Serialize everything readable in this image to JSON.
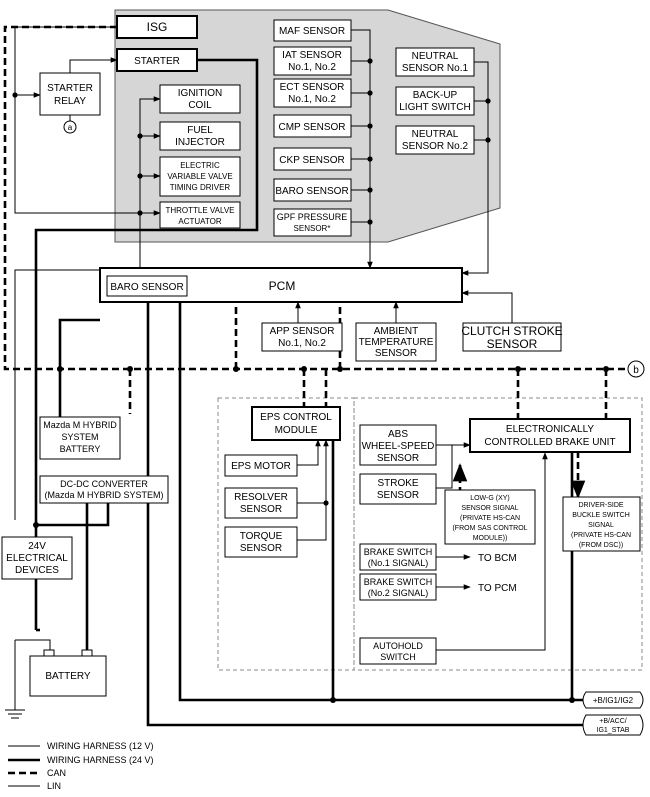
{
  "labels": {
    "isg": "ISG",
    "starter": "STARTER",
    "starter_relay": [
      "STARTER",
      "RELAY"
    ],
    "ref_a": "a",
    "ref_b": "b",
    "ignition_coil": [
      "IGNITION",
      "COIL"
    ],
    "fuel_injector": [
      "FUEL",
      "INJECTOR"
    ],
    "evvt": [
      "ELECTRIC",
      "VARIABLE VALVE",
      "TIMING DRIVER"
    ],
    "throttle": [
      "THROTTLE VALVE",
      "ACTUATOR"
    ],
    "maf": "MAF SENSOR",
    "iat": [
      "IAT SENSOR",
      "No.1, No.2"
    ],
    "ect": [
      "ECT SENSOR",
      "No.1, No.2"
    ],
    "cmp": "CMP SENSOR",
    "ckp": "CKP SENSOR",
    "baro": "BARO SENSOR",
    "gpf": [
      "GPF PRESSURE",
      "SENSOR*"
    ],
    "neutral1": [
      "NEUTRAL",
      "SENSOR No.1"
    ],
    "backup": [
      "BACK-UP",
      "LIGHT SWITCH"
    ],
    "neutral2": [
      "NEUTRAL",
      "SENSOR No.2"
    ],
    "pcm": "PCM",
    "pcm_baro": "BARO SENSOR",
    "app": [
      "APP SENSOR",
      "No.1, No.2"
    ],
    "ambient": [
      "AMBIENT",
      "TEMPERATURE",
      "SENSOR"
    ],
    "clutch": [
      "CLUTCH STROKE",
      "SENSOR"
    ],
    "hybrid_battery": [
      "Mazda M HYBRID",
      "SYSTEM",
      "BATTERY"
    ],
    "dcdc": [
      "DC-DC CONVERTER",
      "(Mazda M HYBRID SYSTEM)"
    ],
    "devices_24v": [
      "24V",
      "ELECTRICAL",
      "DEVICES"
    ],
    "battery": "BATTERY",
    "eps_control": [
      "EPS CONTROL",
      "MODULE"
    ],
    "eps_motor": "EPS MOTOR",
    "resolver": [
      "RESOLVER",
      "SENSOR"
    ],
    "torque": [
      "TORQUE",
      "SENSOR"
    ],
    "abs": [
      "ABS",
      "WHEEL-SPEED",
      "SENSOR"
    ],
    "ebcu": [
      "ELECTRONICALLY",
      "CONTROLLED BRAKE UNIT"
    ],
    "stroke": [
      "STROKE",
      "SENSOR"
    ],
    "lowg": [
      "LOW-G (XY)",
      "SENSOR SIGNAL",
      "(PRIVATE HS-CAN",
      "(FROM SAS CONTROL",
      "MODULE))"
    ],
    "buckle": [
      "DRIVER-SIDE",
      "BUCKLE SWITCH",
      "SIGNAL",
      "(PRIVATE HS-CAN",
      "(FROM DSC))"
    ],
    "brake1": [
      "BRAKE SWITCH",
      "(No.1 SIGNAL)"
    ],
    "brake2": [
      "BRAKE SWITCH",
      "(No.2 SIGNAL)"
    ],
    "to_bcm": "TO BCM",
    "to_pcm": "TO PCM",
    "autohold": [
      "AUTOHOLD",
      "SWITCH"
    ],
    "pwr_ig2": "+B/IG1/IG2",
    "pwr_stab": [
      "+B/ACC/",
      "IG1_STAB"
    ]
  },
  "legend": [
    {
      "key": "w12",
      "label": "WIRING HARNESS (12 V)"
    },
    {
      "key": "w24",
      "label": "WIRING HARNESS (24 V)"
    },
    {
      "key": "can",
      "label": "CAN"
    },
    {
      "key": "lin",
      "label": "LIN"
    }
  ]
}
